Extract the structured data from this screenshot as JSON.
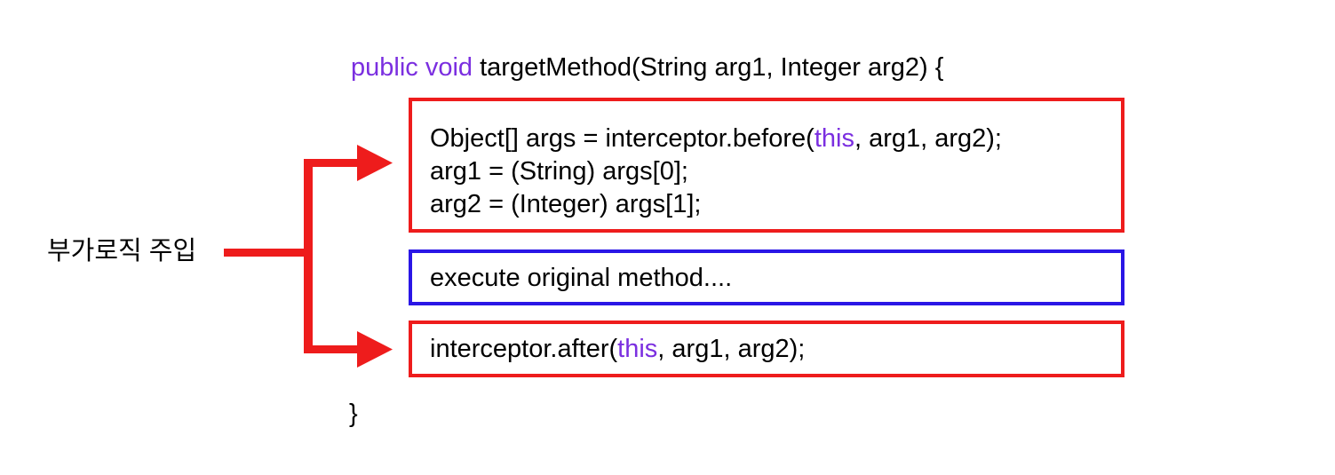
{
  "header": {
    "kw_public": "public",
    "kw_void": "void",
    "signature": " targetMethod(String arg1, Integer arg2) {"
  },
  "before_box": {
    "line1_pre": "Object[] args = interceptor.before(",
    "line1_kw": "this",
    "line1_post": ", arg1, arg2);",
    "line2": "arg1 = (String) args[0];",
    "line3": "arg2 = (Integer) args[1];"
  },
  "execute_box": {
    "text": "execute original method...."
  },
  "after_box": {
    "pre": "interceptor.after(",
    "kw": "this",
    "post": ", arg1, arg2);"
  },
  "closing_brace": "}",
  "side_label": "부가로직 주입",
  "colors": {
    "keyword": "#7b2fe0",
    "inject_border": "#ee1c1c",
    "original_border": "#2a16e6",
    "arrow": "#ee1c1c"
  }
}
